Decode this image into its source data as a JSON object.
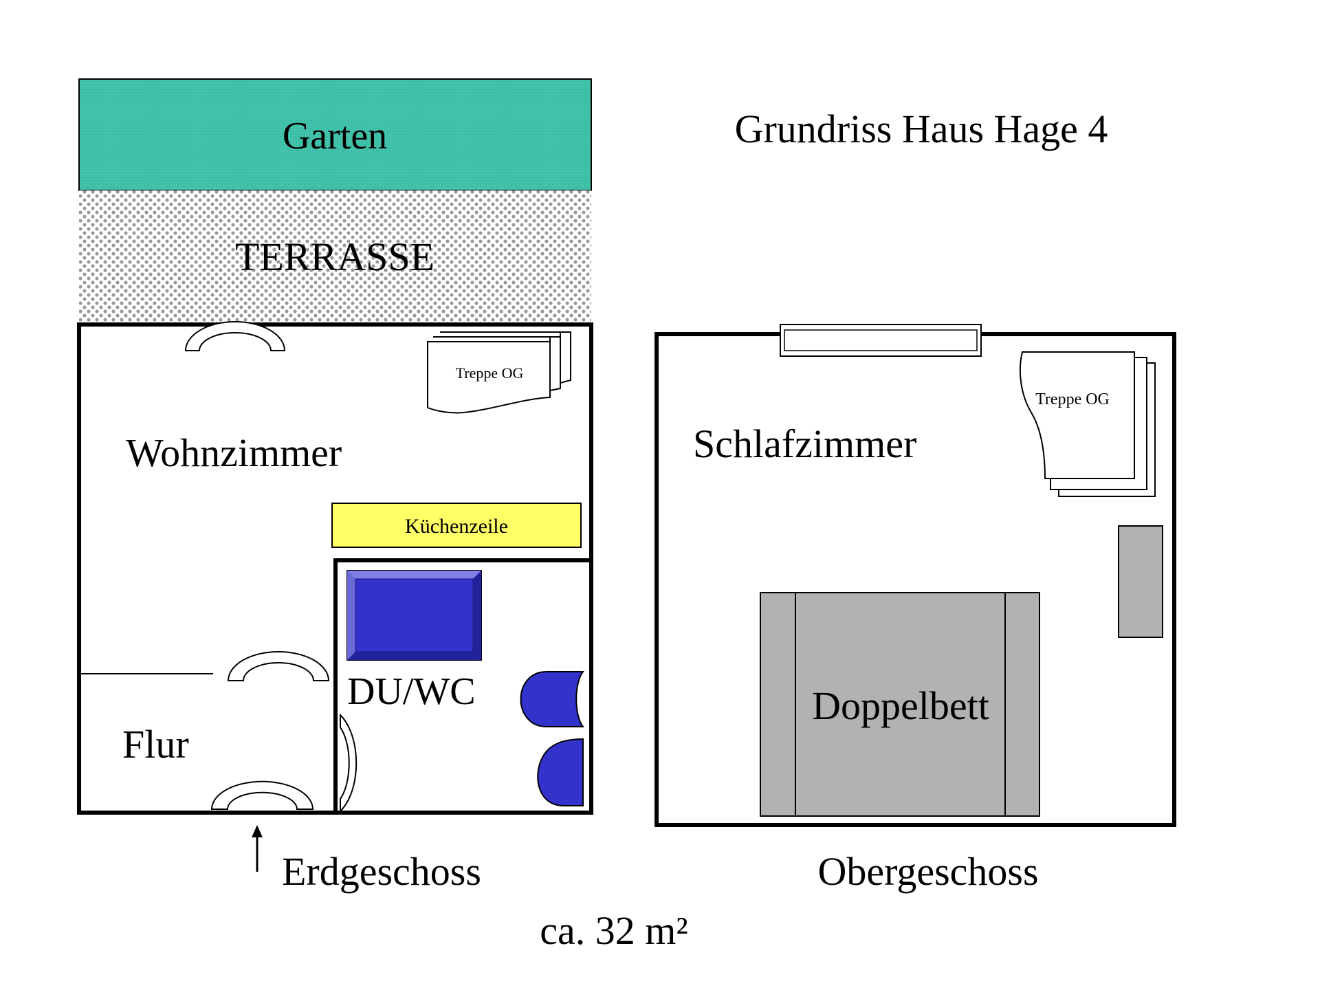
{
  "title": "Grundriss Haus Hage 4",
  "area": "ca. 32 m²",
  "colors": {
    "garden": "#3cbfa6",
    "terrace_dots": "#aaaaaa",
    "kitchen": "#ffff66",
    "bath_fixture": "#3333cc",
    "furniture": "#b2b2b2"
  },
  "ground_floor": {
    "label": "Erdgeschoss",
    "garden": "Garten",
    "terrace": "TERRASSE",
    "living_room": "Wohnzimmer",
    "stairs": "Treppe OG",
    "kitchen": "Küchenzeile",
    "bathroom": "DU/WC",
    "hallway": "Flur",
    "entrance_icon": "arrow-up-icon"
  },
  "upper_floor": {
    "label": "Obergeschoss",
    "bedroom": "Schlafzimmer",
    "stairs": "Treppe OG",
    "bed": "Doppelbett"
  }
}
